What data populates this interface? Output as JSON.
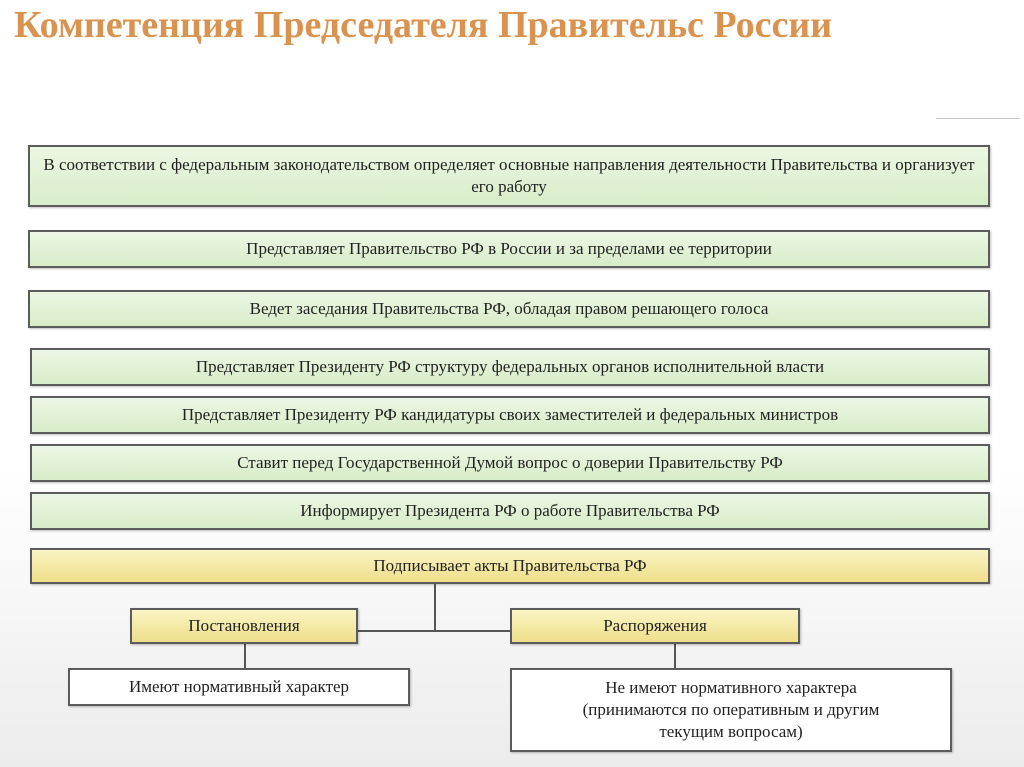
{
  "title": "Компетенция Председателя Правительс России",
  "duties": [
    "В соответствии с федеральным законодательством  определяет основные направления деятельности Правительства и организует его работу",
    "Представляет Правительство РФ в России и за пределами ее территории",
    "Ведет заседания Правительства РФ, обладая правом решающего голоса",
    "Представляет Президенту РФ структуру федеральных органов исполнительной власти",
    "Представляет Президенту РФ кандидатуры своих заместителей и федеральных министров",
    "Ставит перед Государственной Думой вопрос о доверии Правительству РФ",
    "Информирует Президента РФ о работе Правительства РФ"
  ],
  "acts": {
    "root": "Подписывает акты Правительства РФ",
    "left": {
      "label": "Постановления",
      "note": "Имеют нормативный характер"
    },
    "right": {
      "label": "Распоряжения",
      "note": "Не имеют нормативного характера (принимаются по оперативным и другим текущим вопросам)"
    }
  },
  "colors": {
    "title": "#d9934f",
    "duty_box": "#e3f2d8",
    "acts_box": "#f4e8a6",
    "border": "#5c5c5c"
  }
}
